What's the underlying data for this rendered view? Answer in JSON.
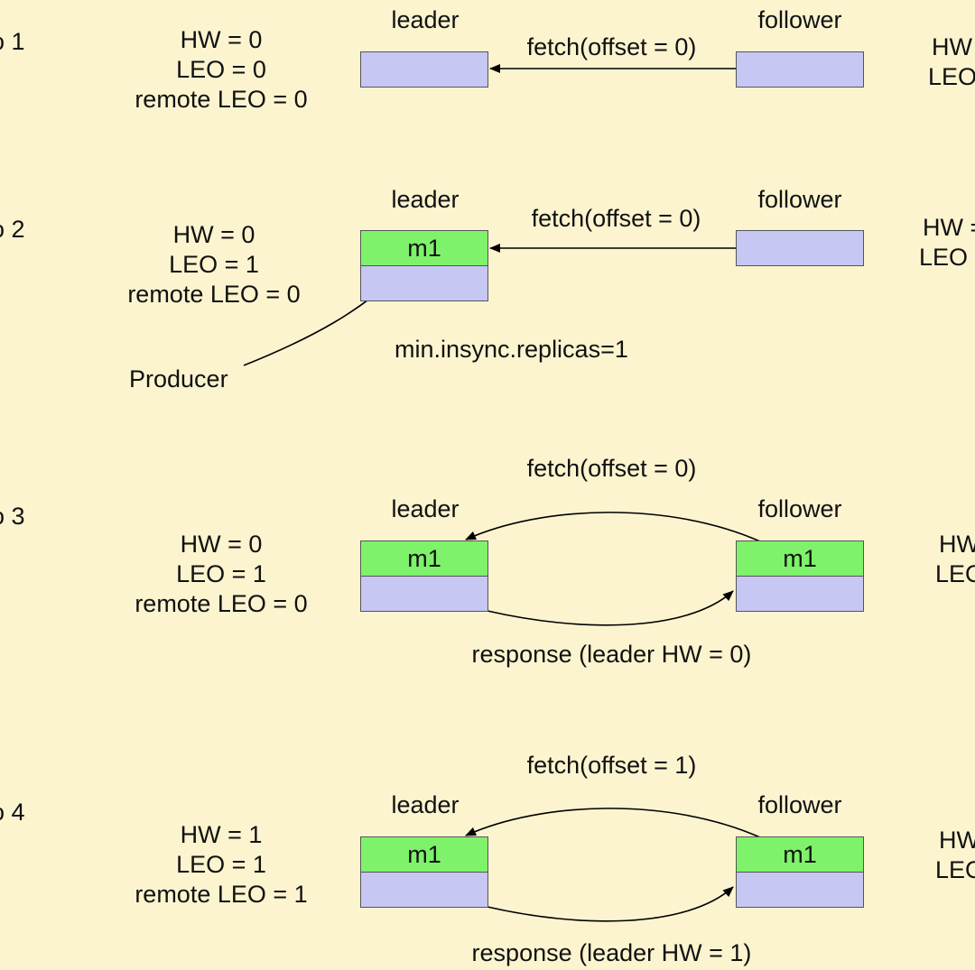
{
  "colors": {
    "background": "#fbf4cf",
    "log_entry_empty": "#c7c7f4",
    "log_entry_m1": "#7ef26a",
    "arrow": "#000000"
  },
  "steps": [
    {
      "step_label": "o 1",
      "leader_state": [
        "HW = 0",
        "LEO = 0",
        "remote LEO = 0"
      ],
      "leader_title": "leader",
      "follower_title": "follower",
      "fetch_label": "fetch(offset = 0)",
      "follower_state": [
        "HW",
        "LEO"
      ]
    },
    {
      "step_label": "o 2",
      "leader_state": [
        "HW = 0",
        "LEO = 1",
        "remote LEO = 0"
      ],
      "leader_title": "leader",
      "follower_title": "follower",
      "fetch_label": "fetch(offset = 0)",
      "leader_message": "m1",
      "note": "min.insync.replicas=1",
      "producer_label": "Producer",
      "follower_state": [
        "HW =",
        "LEO"
      ]
    },
    {
      "step_label": "o  3",
      "leader_state": [
        "HW = 0",
        "LEO = 1",
        "remote LEO = 0"
      ],
      "leader_title": "leader",
      "follower_title": "follower",
      "fetch_label": "fetch(offset = 0)",
      "leader_message": "m1",
      "follower_message": "m1",
      "response_label": "response (leader HW = 0)",
      "follower_state": [
        "HW",
        "LEO"
      ]
    },
    {
      "step_label": "o  4",
      "leader_state": [
        "HW = 1",
        "LEO = 1",
        "remote LEO = 1"
      ],
      "leader_title": "leader",
      "follower_title": "follower",
      "fetch_label": "fetch(offset = 1)",
      "leader_message": "m1",
      "follower_message": "m1",
      "response_label": "response (leader HW = 1)",
      "follower_state": [
        "HW",
        "LEO"
      ]
    }
  ]
}
